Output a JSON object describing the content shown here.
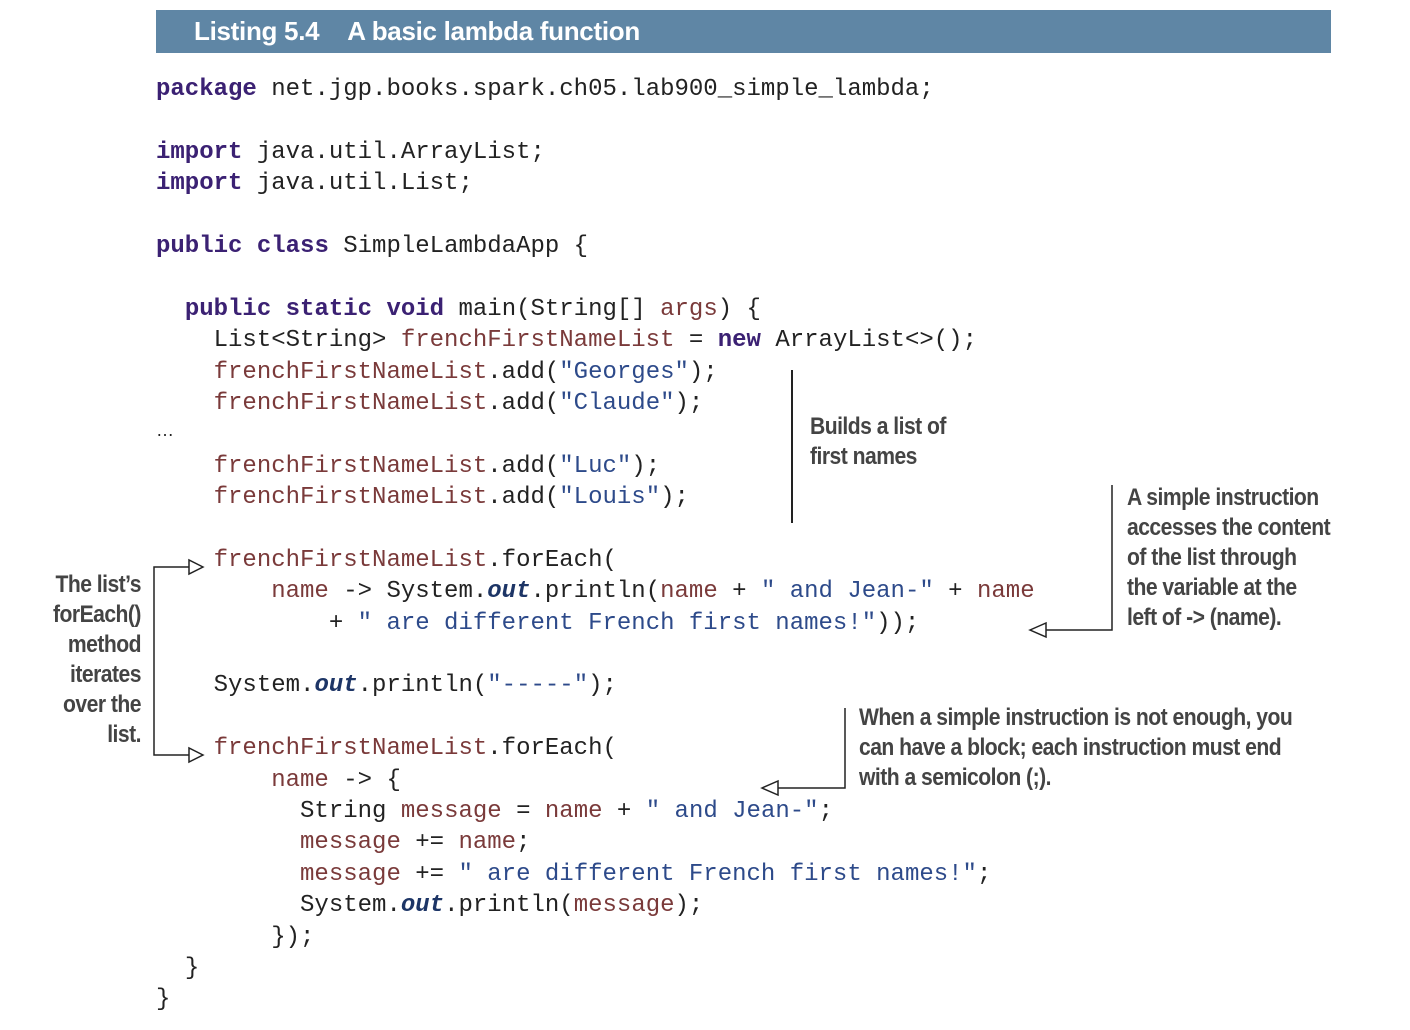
{
  "listing": {
    "number": "Listing 5.4",
    "title": "A basic lambda function"
  },
  "code": {
    "l1": {
      "kw": "package",
      "rest": " net.jgp.books.spark.ch05.lab900_simple_lambda;"
    },
    "l3": {
      "kw": "import",
      "rest": " java.util.ArrayList;"
    },
    "l4": {
      "kw": "import",
      "rest": " java.util.List;"
    },
    "l6": {
      "kw1": "public",
      "kw2": "class",
      "rest": " SimpleLambdaApp {"
    },
    "l8": {
      "kw1": "public",
      "kw2": "static",
      "kw3": "void",
      "rest1": " main(String[] ",
      "var": "args",
      "rest2": ") {"
    },
    "l9": {
      "a": "List<String> ",
      "var": "frenchFirstNameList",
      "b": " = ",
      "kw": "new",
      "c": " ArrayList<>();"
    },
    "l10": {
      "var": "frenchFirstNameList",
      "a": ".add(",
      "str": "\"Georges\"",
      "b": ");"
    },
    "l11": {
      "var": "frenchFirstNameList",
      "a": ".add(",
      "str": "\"Claude\"",
      "b": ");"
    },
    "l12": {
      "text": "…"
    },
    "l13": {
      "var": "frenchFirstNameList",
      "a": ".add(",
      "str": "\"Luc\"",
      "b": ");"
    },
    "l14": {
      "var": "frenchFirstNameList",
      "a": ".add(",
      "str": "\"Louis\"",
      "b": ");"
    },
    "l16": {
      "var": "frenchFirstNameList",
      "a": ".forEach("
    },
    "l17": {
      "var1": "name",
      "a": " -> System.",
      "out": "out",
      "b": ".println(",
      "var2": "name",
      "c": " + ",
      "str": "\" and Jean-\"",
      "d": " + ",
      "var3": "name"
    },
    "l18": {
      "a": "+ ",
      "str": "\" are different French first names!\"",
      "b": "));"
    },
    "l20": {
      "a": "System.",
      "out": "out",
      "b": ".println(",
      "str": "\"-----\"",
      "c": ");"
    },
    "l22": {
      "var": "frenchFirstNameList",
      "a": ".forEach("
    },
    "l23": {
      "var": "name",
      "a": " -> {"
    },
    "l24": {
      "a": "String ",
      "var1": "message",
      "b": " = ",
      "var2": "name",
      "c": " + ",
      "str": "\" and Jean-\"",
      "d": ";"
    },
    "l25": {
      "var1": "message",
      "a": " += ",
      "var2": "name",
      "b": ";"
    },
    "l26": {
      "var": "message",
      "a": " += ",
      "str": "\" are different French first names!\"",
      "b": ";"
    },
    "l27": {
      "a": "System.",
      "out": "out",
      "b": ".println(",
      "var": "message",
      "c": ");"
    },
    "l28": {
      "text": "});"
    },
    "l29": {
      "text": "}"
    },
    "l30": {
      "text": "}"
    }
  },
  "annotations": {
    "builds": [
      "Builds a list of",
      "first names"
    ],
    "simple": [
      "A simple instruction",
      "accesses the content",
      "of the list through",
      "the variable at the",
      "left of -> (name)."
    ],
    "foreach": [
      "The list’s",
      "forEach()",
      "method",
      "iterates",
      "over the",
      "list."
    ],
    "block": [
      "When a simple instruction is not enough, you",
      "can have a block; each instruction must end",
      "with a semicolon (;)."
    ]
  }
}
